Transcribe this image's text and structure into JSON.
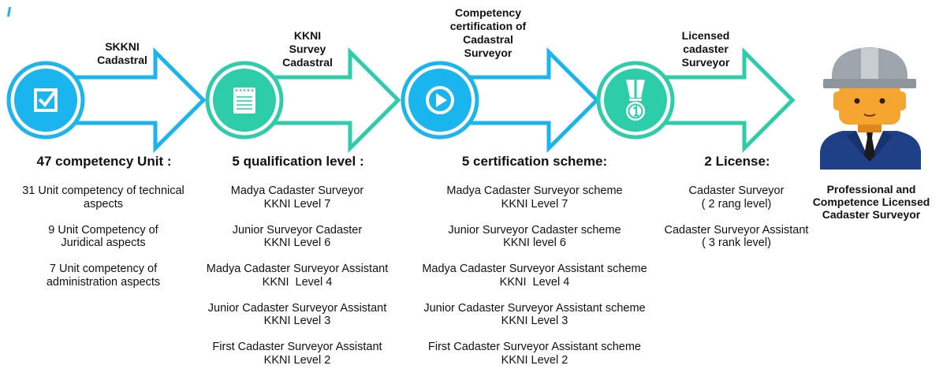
{
  "colors": {
    "blue": "#1ab4ef",
    "green": "#2ccda8",
    "text": "#111111"
  },
  "steps": [
    {
      "label": "SKKNI\nCadastral",
      "icon": "checkbox-icon",
      "color": "blue",
      "heading": "47 competency Unit :",
      "items": [
        "31 Unit competency of technical\naspects",
        "9 Unit Competency of\nJuridical aspects",
        "7 Unit competency of\nadministration aspects"
      ]
    },
    {
      "label": "KKNI\nSurvey\nCadastral",
      "icon": "notepad-icon",
      "color": "green",
      "heading": "5 qualification level :",
      "items": [
        "Madya Cadaster Surveyor\nKKNI Level 7",
        "Junior Surveyor Cadaster\nKKNI Level 6",
        "Madya Cadaster Surveyor Assistant\nKKNI  Level 4",
        "Junior Cadaster Surveyor Assistant\nKKNI Level 3",
        "First Cadaster Surveyor Assistant\nKKNI Level 2"
      ]
    },
    {
      "label": "Competency\ncertification of\nCadastral\nSurveyor",
      "icon": "play-icon",
      "color": "blue",
      "heading": "5 certification scheme:",
      "items": [
        "Madya Cadaster Surveyor scheme\nKKNI Level 7",
        "Junior Surveyor Cadaster scheme\nKKNI level 6",
        "Madya Cadaster Surveyor Assistant scheme\nKKNI  Level 4",
        "Junior Cadaster Surveyor Assistant scheme\nKKNI Level 3",
        "First Cadaster Surveyor Assistant scheme\nKKNI Level 2"
      ]
    },
    {
      "label": "Licensed\ncadaster\nSurveyor",
      "icon": "medal-icon",
      "color": "green",
      "heading": "2 License:",
      "items": [
        "Cadaster Surveyor\n( 2 rang level)",
        "Cadaster Surveyor Assistant\n( 3 rank level)"
      ]
    }
  ],
  "outcome": {
    "icon": "engineer-icon",
    "label": "Professional and\nCompetence Licensed\nCadaster Surveyor"
  }
}
